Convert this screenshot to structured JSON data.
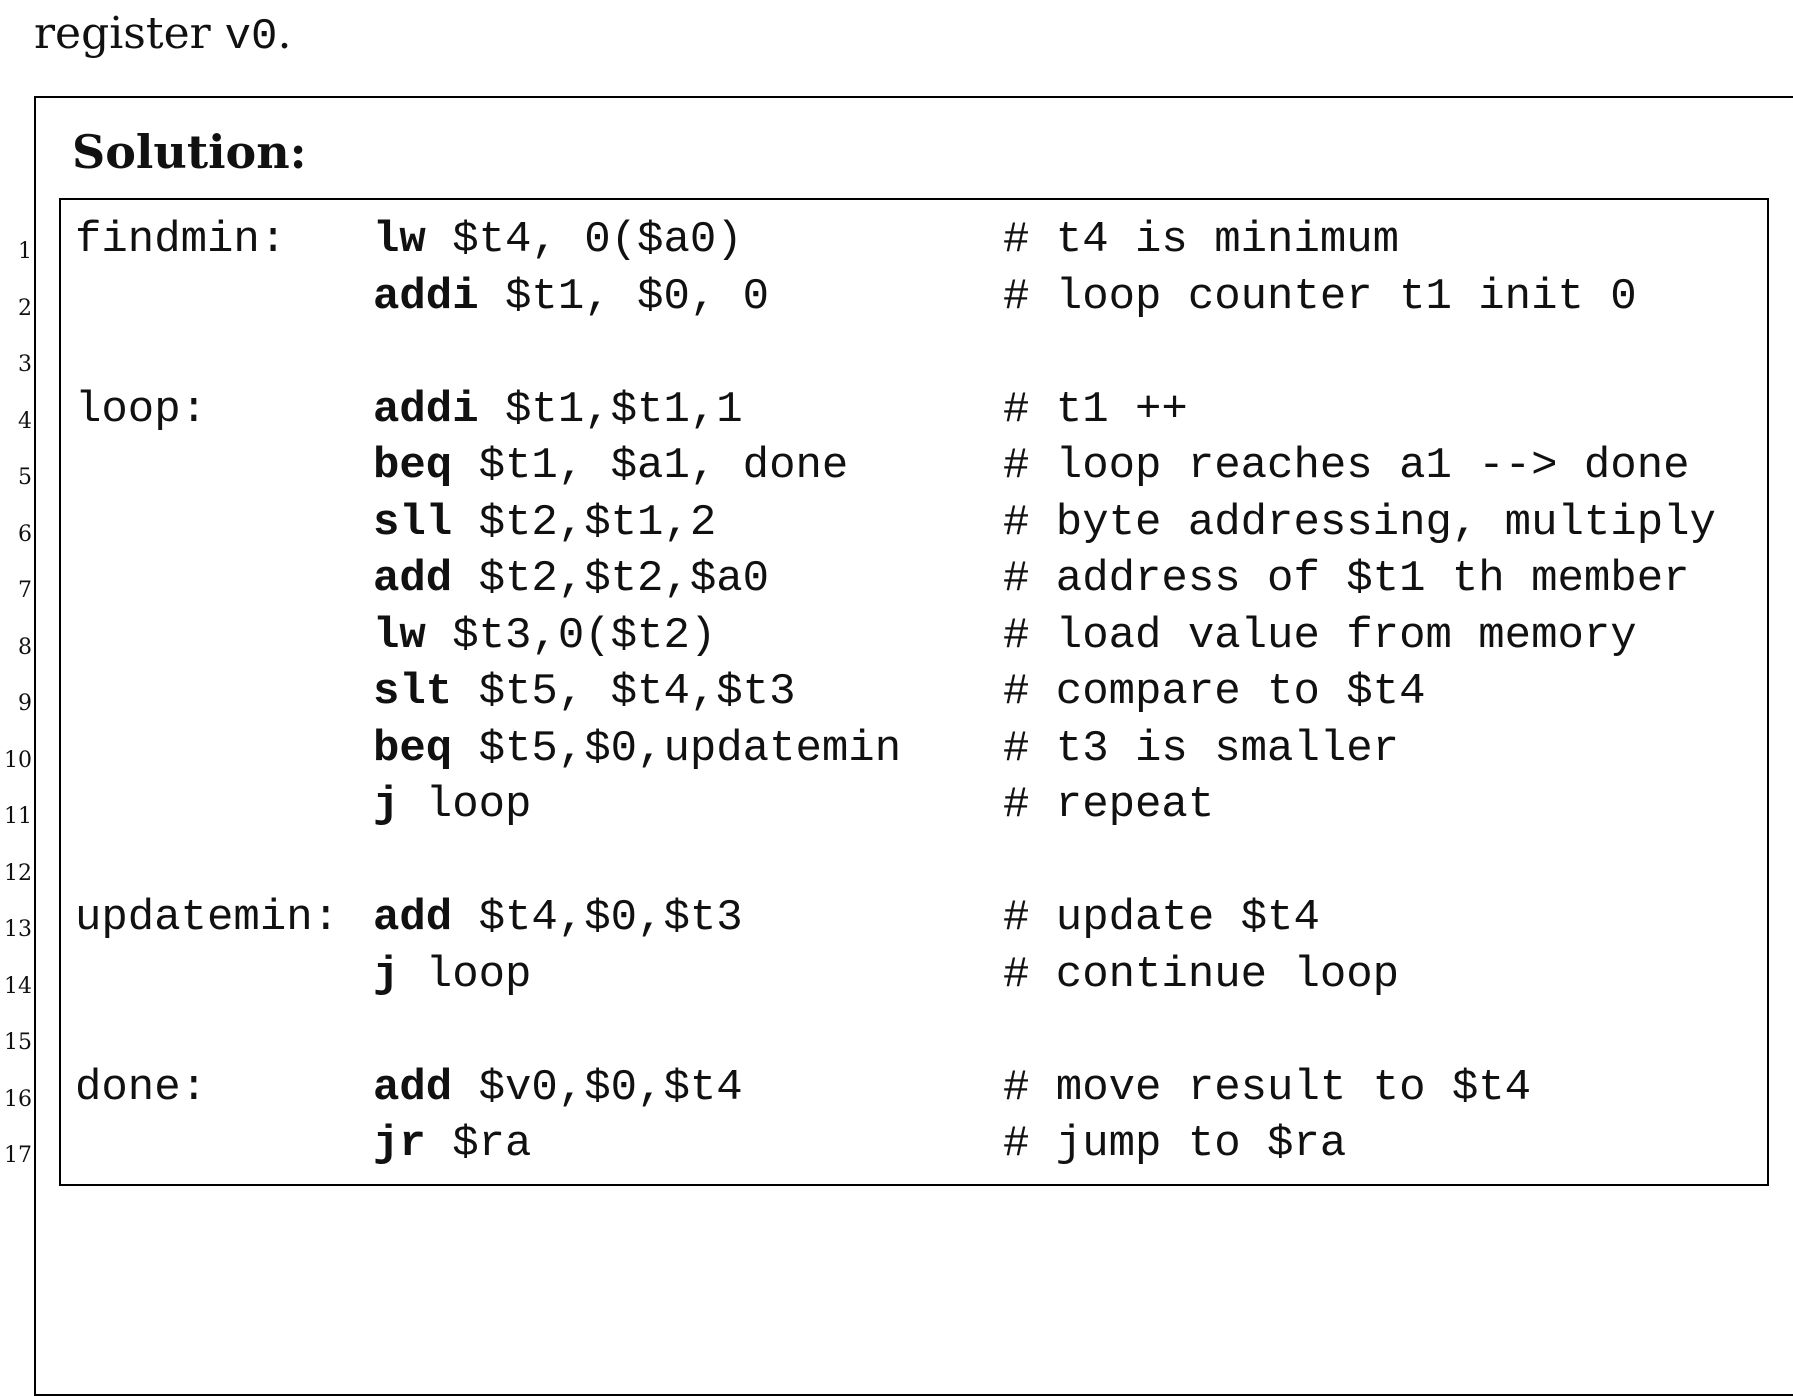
{
  "intro": {
    "prefix": "register ",
    "register": "v0",
    "suffix": "."
  },
  "solution_title": "Solution:",
  "code_lines": [
    {
      "no": "1",
      "label": "findmin:",
      "op": "lw",
      "args": " $t4, 0($a0)",
      "comment": "# t4 is minimum"
    },
    {
      "no": "2",
      "label": "",
      "op": "addi",
      "args": " $t1, $0, 0",
      "comment": "# loop counter t1 init 0"
    },
    {
      "no": "3",
      "label": "",
      "op": "",
      "args": "",
      "comment": ""
    },
    {
      "no": "4",
      "label": "loop:",
      "op": "addi",
      "args": " $t1,$t1,1",
      "comment": "# t1 ++"
    },
    {
      "no": "5",
      "label": "",
      "op": "beq",
      "args": " $t1, $a1, done",
      "comment": "# loop reaches a1 --> done"
    },
    {
      "no": "6",
      "label": "",
      "op": "sll",
      "args": " $t2,$t1,2",
      "comment": "# byte addressing, multiply"
    },
    {
      "no": "7",
      "label": "",
      "op": "add",
      "args": " $t2,$t2,$a0",
      "comment": "# address of $t1 th member"
    },
    {
      "no": "8",
      "label": "",
      "op": "lw",
      "args": " $t3,0($t2)",
      "comment": "# load value from memory"
    },
    {
      "no": "9",
      "label": "",
      "op": "slt",
      "args": " $t5, $t4,$t3",
      "comment": "# compare to $t4"
    },
    {
      "no": "10",
      "label": "",
      "op": "beq",
      "args": " $t5,$0,updatemin",
      "comment": "# t3 is smaller"
    },
    {
      "no": "11",
      "label": "",
      "op": "j",
      "args": " loop",
      "comment": "# repeat"
    },
    {
      "no": "12",
      "label": "",
      "op": "",
      "args": "",
      "comment": ""
    },
    {
      "no": "13",
      "label": "updatemin:",
      "op": "add",
      "args": " $t4,$0,$t3",
      "comment": "# update $t4"
    },
    {
      "no": "14",
      "label": "",
      "op": "j",
      "args": " loop",
      "comment": "# continue loop"
    },
    {
      "no": "15",
      "label": "",
      "op": "",
      "args": "",
      "comment": ""
    },
    {
      "no": "16",
      "label": "done:",
      "op": "add",
      "args": " $v0,$0,$t4",
      "comment": "# move result to $t4"
    },
    {
      "no": "17",
      "label": "",
      "op": "jr",
      "args": " $ra",
      "comment": "# jump to $ra"
    }
  ]
}
